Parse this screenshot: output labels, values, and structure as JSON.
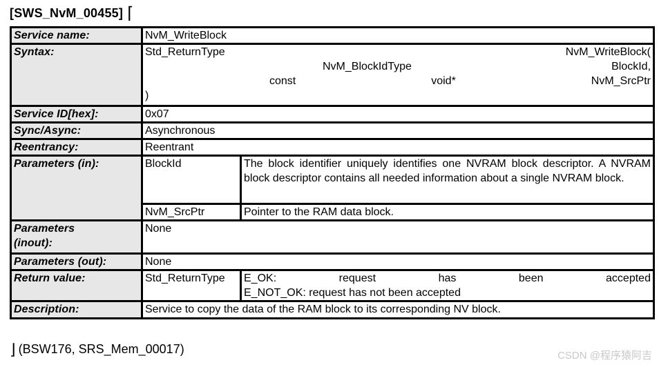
{
  "title": {
    "text": "[SWS_NvM_00455]",
    "open_bracket": "⌈"
  },
  "table": {
    "service_name": {
      "label": "Service name:",
      "value": "NvM_WriteBlock"
    },
    "syntax": {
      "label": "Syntax:",
      "line1_left": "Std_ReturnType",
      "line1_right": "NvM_WriteBlock(",
      "line2_left": "NvM_BlockIdType",
      "line2_right": "BlockId,",
      "line3_left": "const",
      "line3_mid": "void*",
      "line3_right": "NvM_SrcPtr",
      "line4": ")"
    },
    "service_id": {
      "label": "Service ID[hex]:",
      "value": "0x07"
    },
    "sync_async": {
      "label": "Sync/Async:",
      "value": "Asynchronous"
    },
    "reentrancy": {
      "label": "Reentrancy:",
      "value": "Reentrant"
    },
    "parameters_in": {
      "label": "Parameters (in):",
      "params": [
        {
          "name": "BlockId",
          "description": "The block identifier uniquely identifies one NVRAM block descriptor. A NVRAM block descriptor contains all needed information about a single NVRAM block."
        },
        {
          "name": "NvM_SrcPtr",
          "description": "Pointer to the RAM data block."
        }
      ]
    },
    "parameters_inout": {
      "label": "Parameters (inout):",
      "value": "None"
    },
    "parameters_out": {
      "label": "Parameters (out):",
      "value": "None"
    },
    "return_value": {
      "label": "Return value:",
      "type": "Std_ReturnType",
      "line1_words": [
        "E_OK:",
        "request",
        "has",
        "been",
        "accepted"
      ],
      "line2": "E_NOT_OK: request has not been accepted"
    },
    "description": {
      "label": "Description:",
      "value": "Service to copy the data of the RAM block to its corresponding NV block."
    }
  },
  "footer": {
    "close_bracket": "⌋",
    "trace_refs": "(BSW176, SRS_Mem_00017)",
    "watermark": "CSDN @程序猿阿吉"
  },
  "colors": {
    "label_background": "#e7e7e7",
    "border": "#000000",
    "watermark_gray": "#c9c9c9"
  }
}
